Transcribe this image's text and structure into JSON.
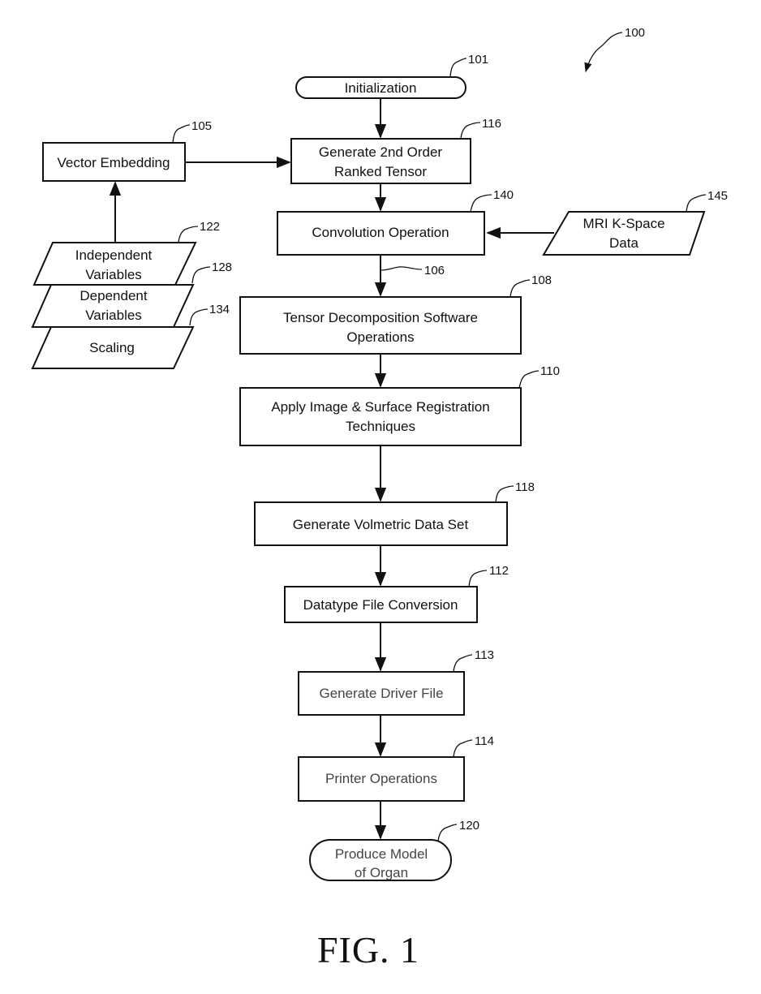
{
  "nodes": {
    "initialization": "Initialization",
    "vector_embedding": "Vector Embedding",
    "generate_tensor": [
      "Generate 2nd Order",
      "Ranked Tensor"
    ],
    "convolution": "Convolution Operation",
    "mri_kspace": [
      "MRI K-Space",
      "Data"
    ],
    "independent_vars": [
      "Independent",
      "Variables"
    ],
    "dependent_vars": [
      "Dependent",
      "Variables"
    ],
    "scaling": "Scaling",
    "tensor_decomp": [
      "Tensor Decomposition Software",
      "Operations"
    ],
    "registration": [
      "Apply Image & Surface Registration",
      "Techniques"
    ],
    "volumetric": "Generate Volmetric Data Set",
    "datatype_conv": "Datatype File Conversion",
    "driver_file": "Generate Driver File",
    "printer_ops": "Printer Operations",
    "produce_model": [
      "Produce Model",
      "of Organ"
    ]
  },
  "refs": {
    "figure": "100",
    "initialization": "101",
    "vector_embedding": "105",
    "generate_tensor": "116",
    "convolution": "140",
    "mri_kspace": "145",
    "independent_vars": "122",
    "dependent_vars": "128",
    "scaling": "134",
    "edge_conv_decomp": "106",
    "tensor_decomp": "108",
    "registration": "110",
    "volumetric": "118",
    "datatype_conv": "112",
    "driver_file": "113",
    "printer_ops": "114",
    "produce_model": "120"
  },
  "caption": "FIG. 1"
}
